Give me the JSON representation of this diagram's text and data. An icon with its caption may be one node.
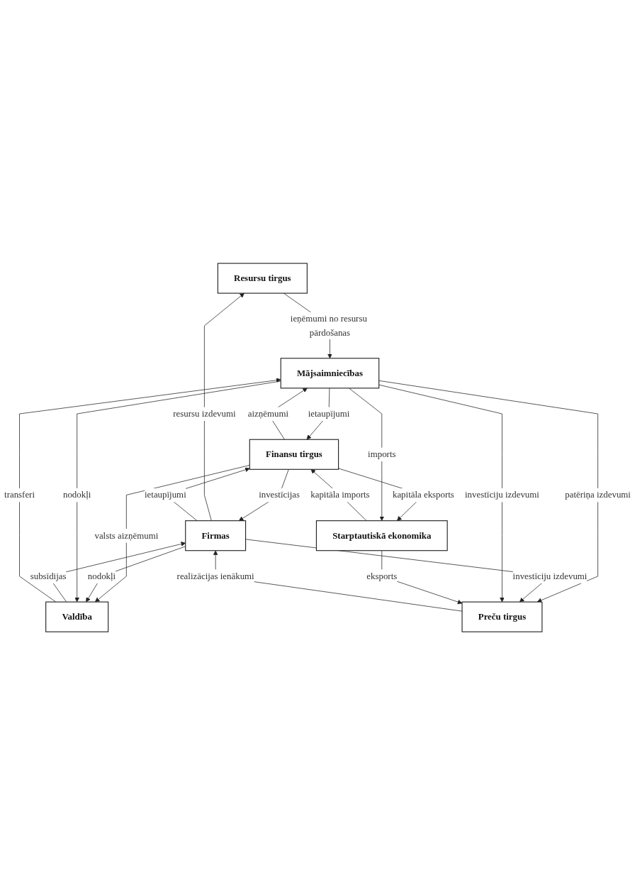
{
  "diagram": {
    "nodes": [
      {
        "text": [
          "Resursu tirgus"
        ]
      },
      {
        "text": [
          "Finansu tirgus"
        ]
      },
      {
        "text": [
          "Firmas"
        ]
      },
      {
        "text": [
          "Valdība"
        ]
      },
      {
        "text": [
          "Mājsaimniecības"
        ]
      },
      {
        "text": [
          "Preču tirgus"
        ]
      },
      {
        "text": [
          "Starptautiskā ekonomika"
        ]
      }
    ],
    "edges": [
      {
        "from": 2,
        "to": 0,
        "arrow": "to",
        "label": "resursu izdevumi"
      },
      {
        "from": 0,
        "to": 4,
        "arrow": "to",
        "label": "ieņēmumi no resursu pārdošanas"
      },
      {
        "from": 2,
        "to": 1,
        "arrow": "to",
        "label": "ietaupījumi"
      },
      {
        "from": 1,
        "to": 2,
        "arrow": "to",
        "label": "investīcijas"
      },
      {
        "from": 6,
        "to": 1,
        "arrow": "to",
        "label": "kapitāla imports"
      },
      {
        "from": 1,
        "to": 6,
        "arrow": "to",
        "label": "kapitāla eksports"
      },
      {
        "from": 4,
        "to": 1,
        "arrow": "to",
        "label": "ietaupījumi"
      },
      {
        "from": 1,
        "to": 3,
        "arrow": "to",
        "label": "valsts aizņēmumi"
      },
      {
        "from": 1,
        "to": 4,
        "arrow": "to",
        "label": "aizņēmumi"
      },
      {
        "from": 2,
        "to": 3,
        "arrow": "to",
        "label": "nodokļi"
      },
      {
        "from": 3,
        "to": 2,
        "arrow": "to",
        "label": "subsīdijas"
      },
      {
        "from": 4,
        "to": 3,
        "arrow": "to",
        "label": "nodokļi"
      },
      {
        "from": 3,
        "to": 4,
        "arrow": "to",
        "label": "transferi"
      },
      {
        "from": 4,
        "to": 5,
        "arrow": "to",
        "label": "patēriņa izdevumi"
      },
      {
        "from": 4,
        "to": 6,
        "arrow": "to",
        "label": "imports"
      },
      {
        "from": 2,
        "to": 5,
        "arrow": "to",
        "label": "investīciju izdevumi"
      },
      {
        "from": 4,
        "to": 5,
        "arrow": "to",
        "label": "investīciju izdevumi"
      },
      {
        "from": 5,
        "to": 2,
        "arrow": "to",
        "label": "realizācijas ienākumi"
      },
      {
        "from": 6,
        "to": 5,
        "arrow": "to",
        "label": "eksports"
      }
    ]
  }
}
